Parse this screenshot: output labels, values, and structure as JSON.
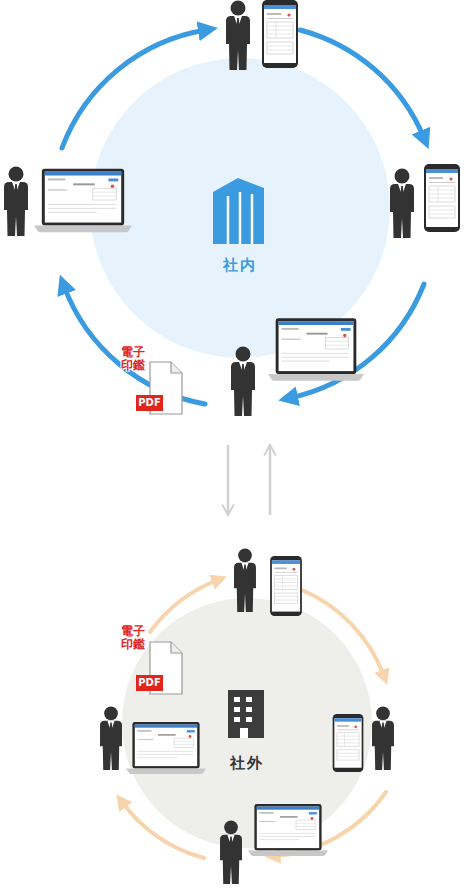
{
  "diagram": {
    "nodes": [
      {
        "text": [
          "社内"
        ]
      },
      {
        "text": [
          "PDF"
        ]
      },
      {
        "text": [
          "社外"
        ]
      },
      {
        "text": [
          "PDF"
        ]
      }
    ],
    "edges": [
      {
        "from": 0,
        "to": 2,
        "arrow": "to"
      },
      {
        "from": 2,
        "to": 0,
        "arrow": "to"
      }
    ],
    "labels": [
      "電子 印鑑",
      "電子 印鑑"
    ]
  }
}
